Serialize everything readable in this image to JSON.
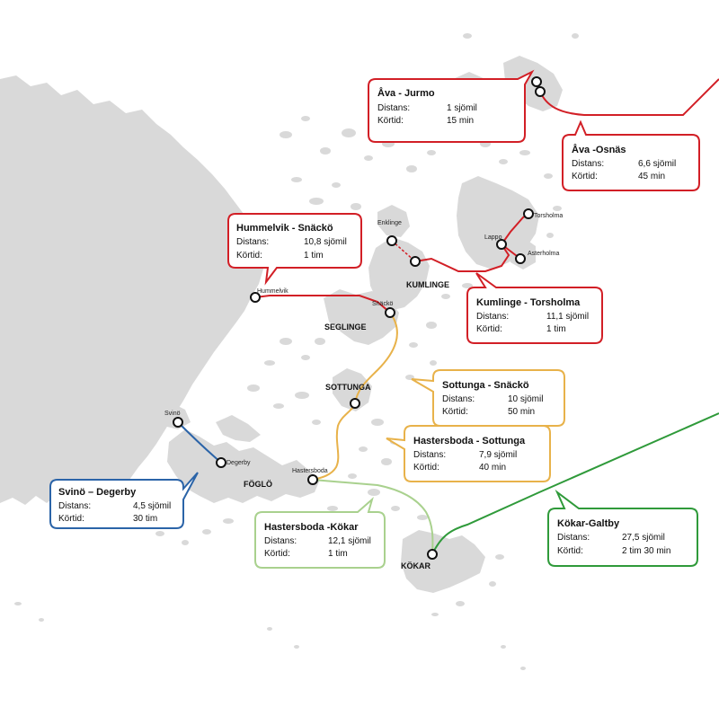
{
  "colors": {
    "land": "#d9d9d9",
    "red": "#d21f26",
    "yellow": "#e8b24a",
    "blue": "#2b64a8",
    "lightgreen": "#a9d18e",
    "green": "#2f9a3a"
  },
  "islands": {
    "kumlinge": "KUMLINGE",
    "seglinge": "SEGLINGE",
    "sottunga": "SOTTUNGA",
    "foglo": "FÖGLÖ",
    "kokar": "KÖKAR"
  },
  "places": {
    "enklinge": "Enklinge",
    "torsholma": "Torsholma",
    "lappo": "Lappo",
    "asterholma": "Asterholma",
    "hummelvik": "Hummelvik",
    "snacko": "Snäckö",
    "svino": "Svinö",
    "degerby": "Degerby",
    "hastersboda": "Hastersboda"
  },
  "routes": [
    {
      "title": "Åva - Jurmo",
      "distance_label": "Distans:",
      "distance": "1 sjömil",
      "time_label": "Körtid:",
      "time": "15 min"
    },
    {
      "title": "Åva -Osnäs",
      "distance_label": "Distans:",
      "distance": "6,6 sjömil",
      "time_label": "Körtid:",
      "time": "45 min"
    },
    {
      "title": "Hummelvik - Snäckö",
      "distance_label": "Distans:",
      "distance": "10,8 sjömil",
      "time_label": "Körtid:",
      "time": "1 tim"
    },
    {
      "title": "Kumlinge - Torsholma",
      "distance_label": "Distans:",
      "distance": "11,1 sjömil",
      "time_label": "Körtid:",
      "time": "1 tim"
    },
    {
      "title": "Sottunga - Snäckö",
      "distance_label": "Distans:",
      "distance": "10 sjömil",
      "time_label": "Körtid:",
      "time": "50 min"
    },
    {
      "title": "Hastersboda - Sottunga",
      "distance_label": "Distans:",
      "distance": "7,9 sjömil",
      "time_label": "Körtid:",
      "time": "40 min"
    },
    {
      "title": "Svinö – Degerby",
      "distance_label": "Distans:",
      "distance": "4,5 sjömil",
      "time_label": "Körtid:",
      "time": "30 tim"
    },
    {
      "title": "Hastersboda -Kökar",
      "distance_label": "Distans:",
      "distance": "12,1 sjömil",
      "time_label": "Körtid:",
      "time": "1 tim"
    },
    {
      "title": "Kökar-Galtby",
      "distance_label": "Distans:",
      "distance": "27,5 sjömil",
      "time_label": "Körtid:",
      "time": "2 tim 30 min"
    }
  ]
}
